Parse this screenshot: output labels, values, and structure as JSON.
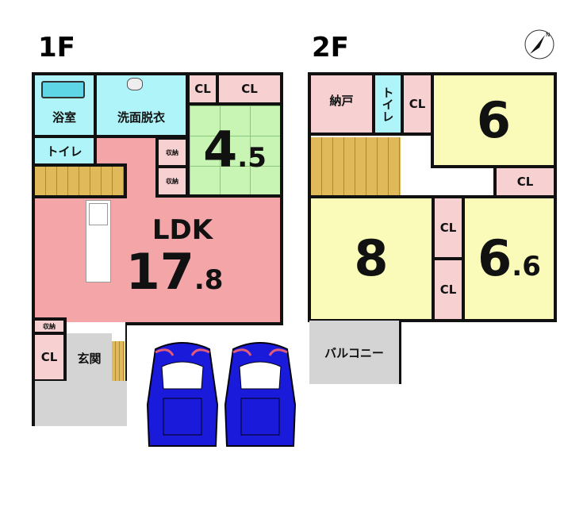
{
  "floors": {
    "f1": {
      "title": "1F",
      "rooms": {
        "bath": "浴室",
        "washroom": "洗面脱衣",
        "toilet": "トイレ",
        "cl1": "CL",
        "cl2": "CL",
        "storage1": "収納",
        "storage2": "収納",
        "tatami_size": "4",
        "tatami_dec": ".5",
        "ldk": "LDK",
        "ldk_size": "17",
        "ldk_dec": ".8",
        "storage3": "収納",
        "cl3": "CL",
        "entrance": "玄関"
      }
    },
    "f2": {
      "title": "2F",
      "rooms": {
        "storeroom": "納戸",
        "toilet": "トイレ",
        "cl1": "CL",
        "room6": "6",
        "cl2": "CL",
        "room8": "8",
        "cl3": "CL",
        "cl4": "CL",
        "room66": "6",
        "room66_dec": ".6",
        "balcony": "バルコニー"
      }
    }
  },
  "compass": {
    "label": "N"
  },
  "colors": {
    "car": "#1a1adb",
    "wet": "#aef4f8",
    "ldk": "#f3a5a8",
    "room": "#fafbb8",
    "closet": "#f7d0d2",
    "tatami": "#c9f5b4"
  }
}
